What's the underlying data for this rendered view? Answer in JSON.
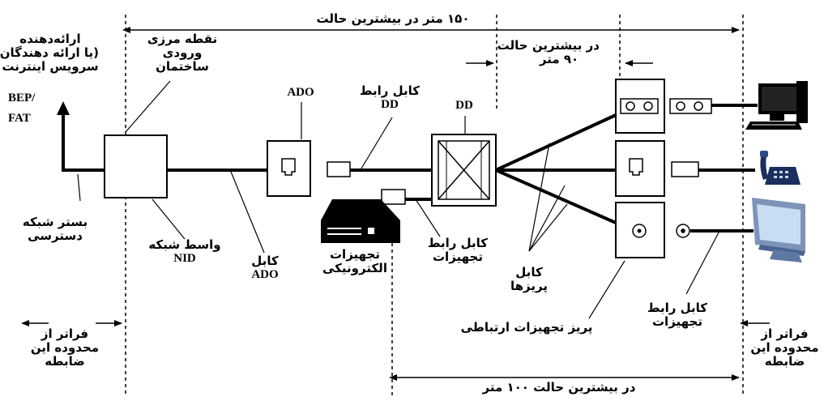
{
  "labels": {
    "max150": "۱۵۰ متر در بیشترین حالت",
    "max90_line1": "در بیشترین حالت",
    "max90_line2": "۹۰ متر",
    "max100": "در بیشترین حالت ۱۰۰ متر",
    "isp_line1": "ارائه‌دهنده",
    "isp_line2": "(یا ارائه دهندگان)",
    "isp_line3": "سرویس اینترنت",
    "bep_line1": "BEP/",
    "bep_line2": "FAT",
    "entry_line1": "نقطه مرزی",
    "entry_line2": "ورودی",
    "entry_line3": "ساختمان",
    "ado": "ADO",
    "dd_cable_line1": "کابل رابط",
    "dd_cable_line2": "DD",
    "dd": "DD",
    "access_line1": "بستر شبکه",
    "access_line2": "دسترسی",
    "nid_line1": "واسط شبکه",
    "nid_line2": "NID",
    "ado_cable_line1": "کابل",
    "ado_cable_line2": "ADO",
    "electronics_line1": "تجهیزات",
    "electronics_line2": "الکترونیکی",
    "equip_cable_line1": "کابل رابط",
    "equip_cable_line2": "تجهیزات",
    "outlet_cable_line1": "کابل",
    "outlet_cable_line2": "پریزها",
    "telecom_outlet": "پریز تجهیزات ارتباطی",
    "equip_cable_right_line1": "کابل رابط",
    "equip_cable_right_line2": "تجهیزات",
    "beyond_left_line1": "فراتر از",
    "beyond_left_line2": "محدوده این",
    "beyond_left_line3": "ضابطه",
    "beyond_right_line1": "فراتر از",
    "beyond_right_line2": "محدوده این",
    "beyond_right_line3": "ضابطه"
  },
  "icons": [
    "computer-icon",
    "telephone-icon",
    "tv-monitor-icon",
    "network-device-icon"
  ]
}
